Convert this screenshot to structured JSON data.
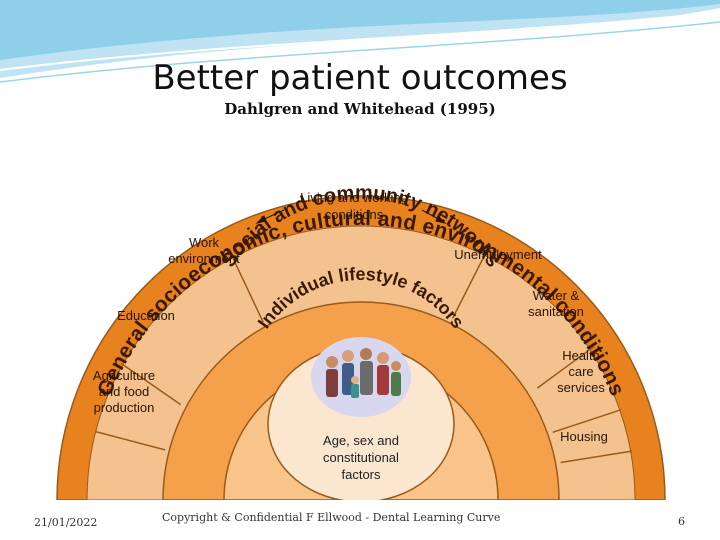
{
  "slide": {
    "title": "Better patient outcomes",
    "subtitle": "Dahlgren and Whitehead (1995)"
  },
  "diagram": {
    "outer_arc": "General socioeconomic, cultural and environmental conditions",
    "middle_arc": "Social and community networks",
    "inner_arc": "Individual lifestyle factors",
    "core": [
      "Age, sex and",
      "constitutional",
      "factors"
    ],
    "sectors": {
      "agriculture": [
        "Agriculture",
        "and food",
        "production"
      ],
      "education": [
        "Education"
      ],
      "work": [
        "Work",
        "environment"
      ],
      "living": [
        "Living and working",
        "conditions"
      ],
      "unemployment": [
        "Unemployment"
      ],
      "water": [
        "Water &",
        "sanitation"
      ],
      "health": [
        "Health",
        "care",
        "services"
      ],
      "housing": [
        "Housing"
      ]
    },
    "colors": {
      "outer": "#E8821E",
      "sector": "#F3C28E",
      "middle": "#F5A04A",
      "inner": "#F8C48A",
      "core": "#FBE6CF"
    }
  },
  "footer": {
    "date": "21/01/2022",
    "copyright": "Copyright & Confidential  F Ellwood - Dental Learning Curve",
    "page": "6"
  }
}
